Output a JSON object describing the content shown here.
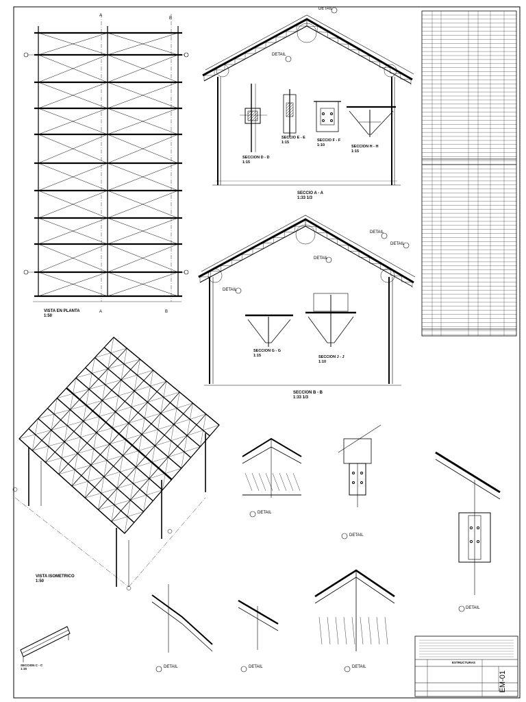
{
  "views": {
    "planta": {
      "title": "VISTA EN PLANTA",
      "scale": "1:50"
    },
    "isometrico": {
      "title": "VISTA ISOMETRICO",
      "scale": "1:50"
    },
    "seccion_aa": {
      "title": "SECCIO A - A",
      "scale": "1:33 1/3"
    },
    "seccion_bb": {
      "title": "SECCION B - B",
      "scale": "1:33 1/3"
    },
    "seccion_cc": {
      "title": "SECCION C - C",
      "scale": "1:15"
    },
    "seccion_dd": {
      "title": "SECCION D - D",
      "scale": "1:15"
    },
    "seccion_ee": {
      "title": "SECCIO E - E",
      "scale": "1:15"
    },
    "seccion_ff": {
      "title": "SECCIO F - F",
      "scale": "1:10"
    },
    "seccion_hh": {
      "title": "SECCION H - H",
      "scale": "1:15"
    },
    "seccion_gg": {
      "title": "SECCION G - G",
      "scale": "1:15"
    },
    "seccion_jj": {
      "title": "SECCION J - J",
      "scale": "1:10"
    }
  },
  "detail_word": "DETAIL",
  "grid_labels": {
    "a": "A",
    "b": "B"
  },
  "title_block": {
    "discipline": "ESTRUCTURAS",
    "sheet_number": "EM-01"
  },
  "icons": [
    "section-marker-icon",
    "detail-callout-icon",
    "grid-bubble-icon"
  ]
}
